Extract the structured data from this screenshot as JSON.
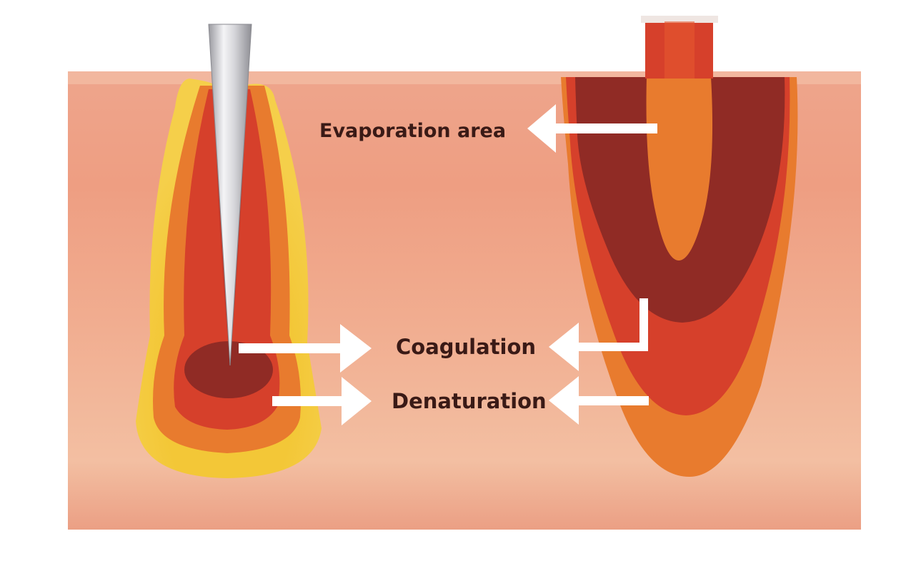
{
  "labels": {
    "evaporation": "Evaporation area",
    "coagulation": "Coagulation",
    "denaturation": "Denaturation"
  },
  "colors": {
    "tissue_top": "#f1b49c",
    "tissue_mid": "#ee9e80",
    "tissue_bottom": "#f4c6a8",
    "zone_yellow": "#f3c737",
    "zone_orange": "#e87b2e",
    "zone_red": "#d6402b",
    "zone_darkred": "#902b25",
    "needle": "#c8c8cc",
    "arrow": "#ffffff",
    "text": "#3a1a16"
  },
  "icons": {
    "needle": "needle-electrode-icon",
    "beam": "laser-beam-icon",
    "arrow": "arrow-icon"
  }
}
